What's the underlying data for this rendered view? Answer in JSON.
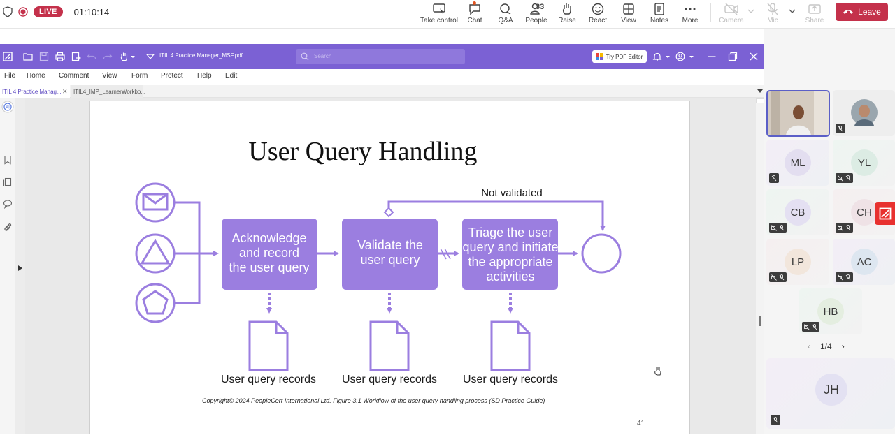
{
  "meeting": {
    "live_label": "LIVE",
    "timer": "01:10:14",
    "tools": [
      {
        "name": "take-control",
        "label": "Take control"
      },
      {
        "name": "chat",
        "label": "Chat"
      },
      {
        "name": "qa",
        "label": "Q&A"
      },
      {
        "name": "people",
        "label": "People",
        "count": "33"
      },
      {
        "name": "raise",
        "label": "Raise"
      },
      {
        "name": "react",
        "label": "React"
      },
      {
        "name": "view",
        "label": "View"
      },
      {
        "name": "notes",
        "label": "Notes"
      },
      {
        "name": "more",
        "label": "More"
      },
      {
        "name": "camera",
        "label": "Camera"
      },
      {
        "name": "mic",
        "label": "Mic"
      },
      {
        "name": "share",
        "label": "Share"
      }
    ],
    "leave_label": "Leave",
    "accent": "#c4314b"
  },
  "pdf": {
    "title": "ITIL 4 Practice Manager_MSF.pdf",
    "search_placeholder": "Search",
    "try_label": "Try PDF Editor",
    "menu": [
      "File",
      "Home",
      "Comment",
      "View",
      "Form",
      "Protect",
      "Help",
      "Edit"
    ],
    "tabs": [
      {
        "label": "ITIL 4 Practice Manag..."
      },
      {
        "label": "ITIL4_IMP_LearnerWorkbo..."
      }
    ],
    "accent": "#7b61d4"
  },
  "slide": {
    "title": "User Query Handling",
    "box1": [
      "Acknowledge",
      "and record",
      "the user query"
    ],
    "box2": [
      "Validate the",
      "user query"
    ],
    "box3": [
      "Triage the user",
      "query and initiate",
      "the appropriate",
      "activities"
    ],
    "not_validated": "Not validated",
    "record_label": "User query records",
    "copyright": "Copyright© 2024 PeopleCert International Ltd. Figure 3.1 Workflow of the user query handling process  (SD Practice Guide)",
    "page_number": "41",
    "flow_color": "#9b7ee0"
  },
  "participants": {
    "initials": [
      "ML",
      "YL",
      "CB",
      "CH",
      "LP",
      "AC",
      "HB",
      "JH"
    ],
    "pager": "1/4"
  }
}
